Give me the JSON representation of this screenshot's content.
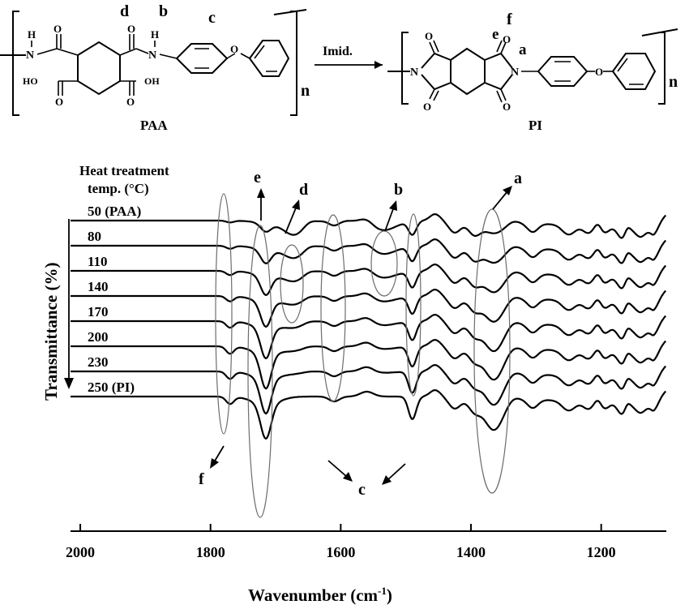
{
  "colors": {
    "a": "#e0141e",
    "b": "#2b2bd6",
    "c": "#e21bd5",
    "d": "#7b2fd0",
    "e": "#000000",
    "f": "#2f9a2f"
  },
  "structures": {
    "paa_name": "PAA",
    "pi_name": "PI",
    "repeat_n": "n",
    "reaction": "Imid.",
    "atoms": {
      "H": "H",
      "N": "N",
      "O": "O",
      "HO": "HO",
      "OH": "OH"
    },
    "paa_labels": {
      "d": "d",
      "b": "b",
      "c": "c"
    },
    "pi_labels": {
      "f": "f",
      "e": "e",
      "a": "a"
    }
  },
  "chart_data": {
    "type": "line",
    "xlabel_main": "Wavenumber (cm",
    "xlabel_sup": "-1",
    "xlabel_close": ")",
    "ylabel": "Transmittance (%)",
    "xlim": [
      2015,
      1100
    ],
    "x_reversed": true,
    "ticks": [
      2000,
      1800,
      1600,
      1400,
      1200
    ],
    "legend_title_1": "Heat treatment",
    "legend_title_2": "temp. (°C)",
    "grid": false,
    "series": [
      {
        "name": "50 (PAA)",
        "label": "50 (PAA)",
        "offset": 0
      },
      {
        "name": "80",
        "label": "80",
        "offset": 1
      },
      {
        "name": "110",
        "label": "110",
        "offset": 2
      },
      {
        "name": "140",
        "label": "140",
        "offset": 3
      },
      {
        "name": "170",
        "label": "170",
        "offset": 4
      },
      {
        "name": "200",
        "label": "200",
        "offset": 5
      },
      {
        "name": "230",
        "label": "230",
        "offset": 6
      },
      {
        "name": "250 (PI)",
        "label": "250 (PI)",
        "offset": 7
      }
    ],
    "bands": {
      "a_cm": 1365,
      "b_cm": 1535,
      "c1_cm": 1610,
      "c2_cm": 1490,
      "d_cm": 1670,
      "e_cm": 1715,
      "f_cm": 1770
    },
    "annotations": [
      "a",
      "b",
      "c",
      "d",
      "e",
      "f"
    ]
  }
}
